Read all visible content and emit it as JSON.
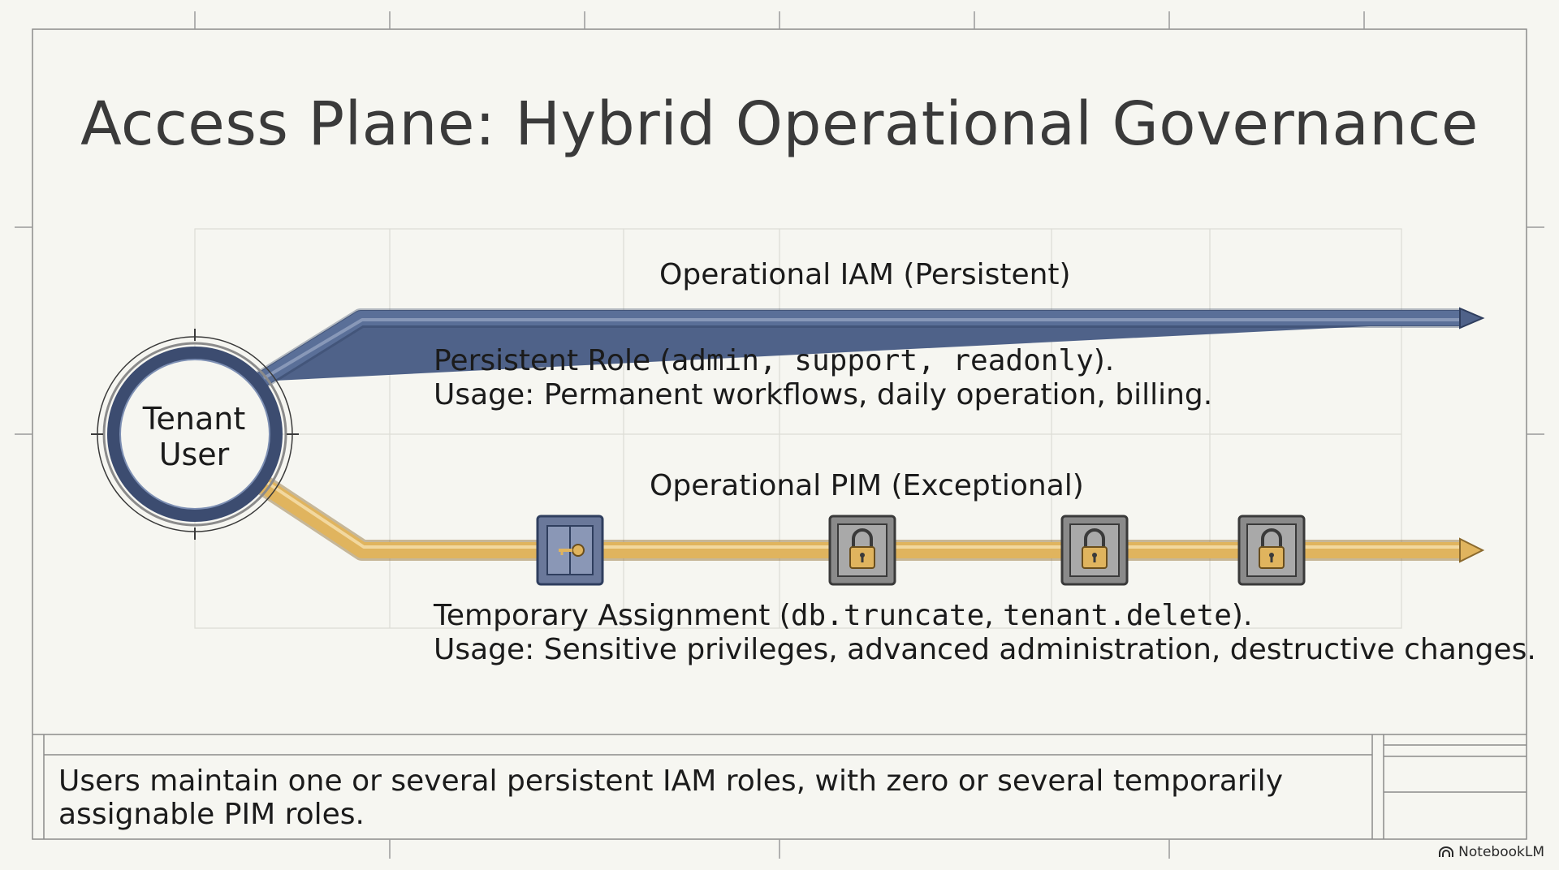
{
  "title": "Access Plane: Hybrid Operational Governance",
  "node": {
    "line1": "Tenant",
    "line2": "User"
  },
  "lanes": {
    "persistent": {
      "label": "Operational IAM (Persistent)",
      "color": "#4f6289",
      "role_prefix": "Persistent Role (",
      "role_code": "admin, support, readonly",
      "role_suffix": ").",
      "usage": "Usage: Permanent workflows, daily operation, billing."
    },
    "exceptional": {
      "label": "Operational PIM (Exceptional)",
      "color": "#e0b45e",
      "role_prefix": "Temporary Assignment (",
      "role_code_1": "db.truncate",
      "role_sep": ", ",
      "role_code_2": "tenant.delete",
      "role_suffix": ").",
      "usage": "Usage: Sensitive privileges, advanced administration, destructive changes.",
      "gates": [
        "key-gate-icon",
        "padlock-icon",
        "padlock-icon",
        "padlock-icon"
      ]
    }
  },
  "footer": "Users maintain one or several persistent IAM roles, with zero or several temporarily assignable PIM roles.",
  "brand": "NotebookLM"
}
